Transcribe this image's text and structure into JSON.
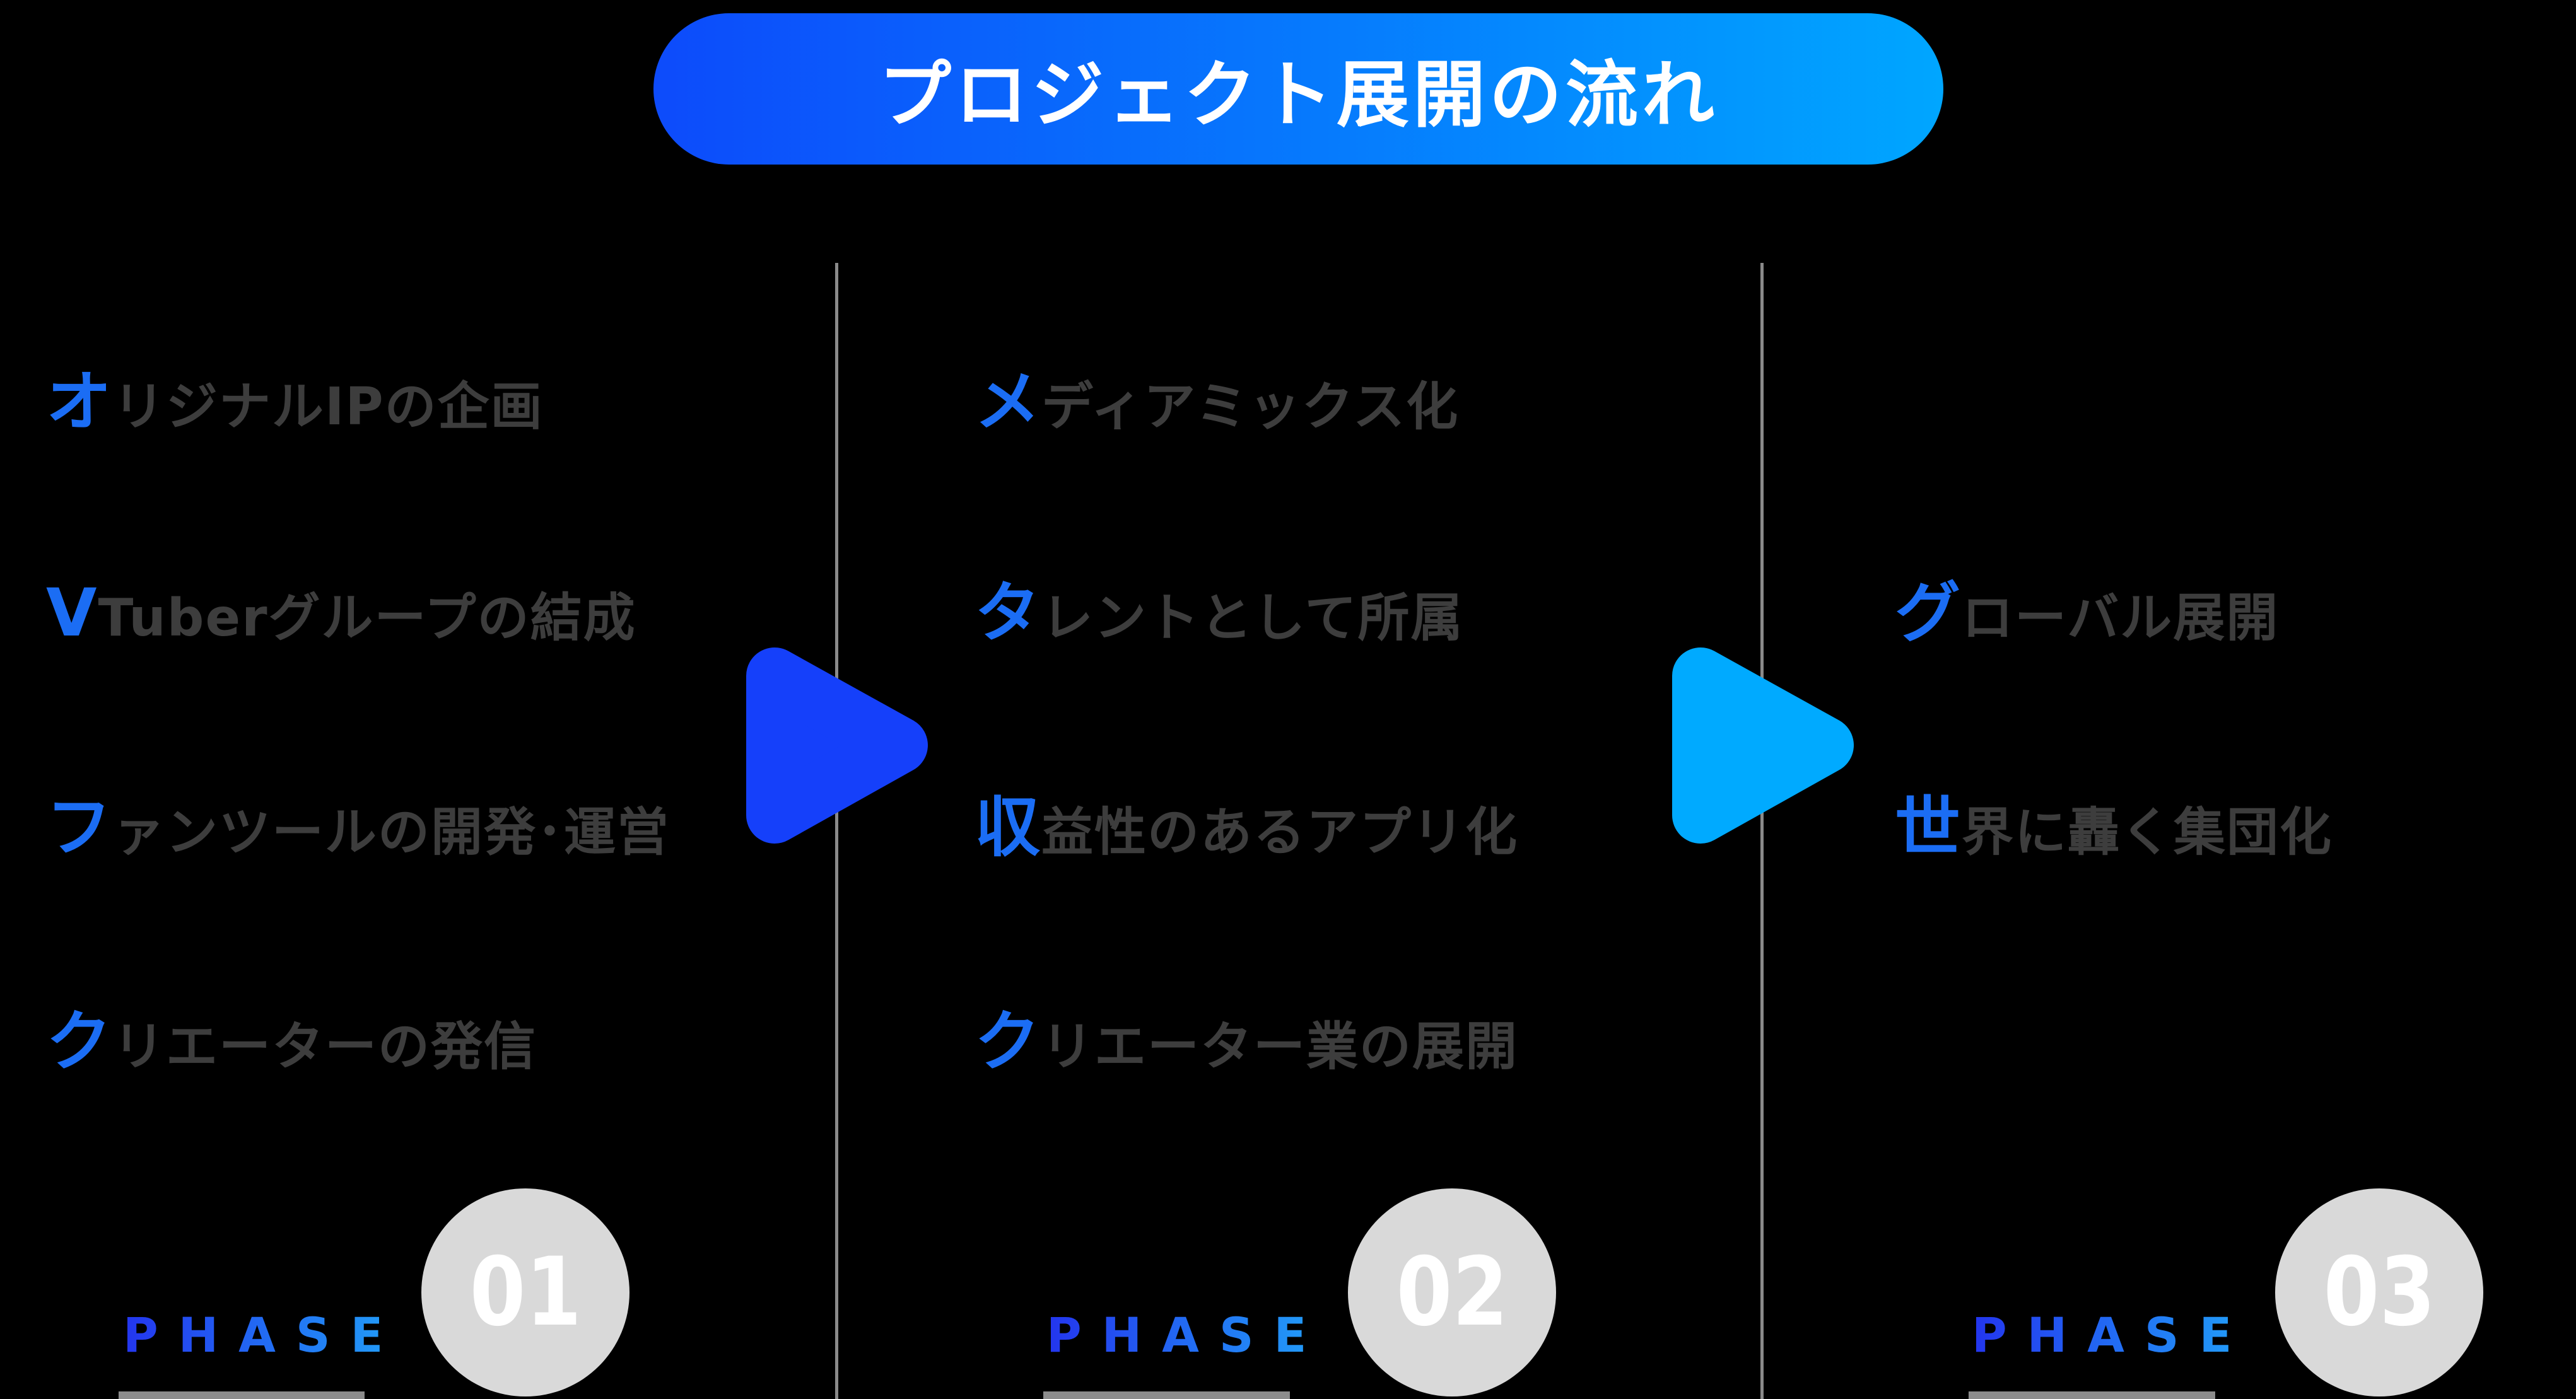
{
  "title": "プロジェクト展開の流れ",
  "colors": {
    "background": "#000000",
    "pill_gradient_start": "#0d4bfb",
    "pill_gradient_end": "#00a6ff",
    "lead_char_blue": "#1b6df4",
    "item_text_gray": "#3d3d3d",
    "arrow_1_blue": "#1540fa",
    "arrow_2_cyan": "#00aaff",
    "divider_gray": "#8a8a8a",
    "circle_gray": "#d9d9d9",
    "phase_gradient_start": "#2335ee",
    "phase_gradient_end": "#22a0f8",
    "number_white": "#ffffff",
    "underbar_gray": "#8c8c8c"
  },
  "phases": [
    {
      "label": "PHASE",
      "number": "01",
      "items": [
        {
          "lead": "オ",
          "rest": "リジナルIPの企画"
        },
        {
          "lead": "V",
          "rest": "Tuberグループの結成"
        },
        {
          "lead": "フ",
          "rest": "ァンツールの開発･運営"
        },
        {
          "lead": "ク",
          "rest": "リエーターの発信"
        }
      ]
    },
    {
      "label": "PHASE",
      "number": "02",
      "items": [
        {
          "lead": "メ",
          "rest": "ディアミックス化"
        },
        {
          "lead": "タ",
          "rest": "レントとして所属"
        },
        {
          "lead": "収",
          "rest": "益性のあるアプリ化"
        },
        {
          "lead": "ク",
          "rest": "リエーター業の展開"
        }
      ]
    },
    {
      "label": "PHASE",
      "number": "03",
      "items": [
        {
          "lead": "グ",
          "rest": "ローバル展開"
        },
        {
          "lead": "世",
          "rest": "界に轟く集団化"
        }
      ]
    }
  ]
}
